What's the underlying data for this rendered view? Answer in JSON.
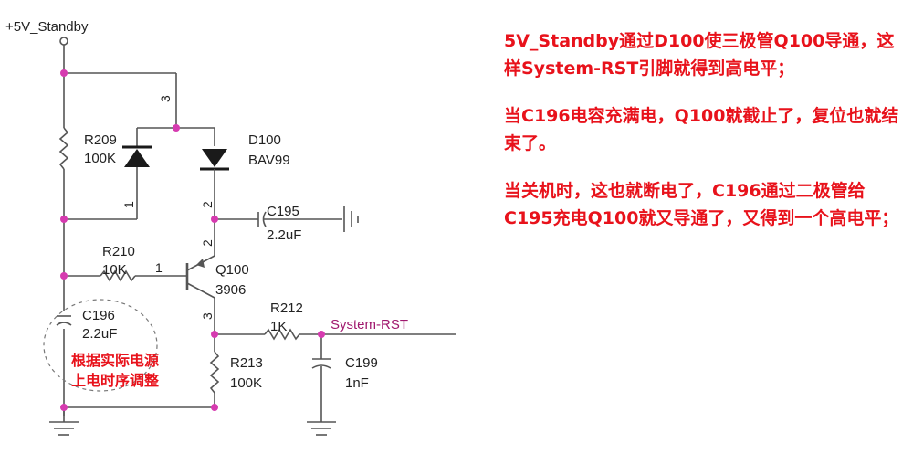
{
  "schematic": {
    "supply_label": "+5V_Standby",
    "r209": {
      "ref": "R209",
      "value": "100K"
    },
    "d100": {
      "ref": "D100",
      "value": "BAV99"
    },
    "c195": {
      "ref": "C195",
      "value": "2.2uF"
    },
    "r210": {
      "ref": "R210",
      "value": "10K"
    },
    "q100": {
      "ref": "Q100",
      "value": "3906"
    },
    "c196": {
      "ref": "C196",
      "value": "2.2uF"
    },
    "r212": {
      "ref": "R212",
      "value": "1K"
    },
    "net_label": "System-RST",
    "r213": {
      "ref": "R213",
      "value": "100K"
    },
    "c199": {
      "ref": "C199",
      "value": "1nF"
    },
    "pins": {
      "d_pin3": "3",
      "d_pin1": "1",
      "d_pin2": "2",
      "q_pin2": "2",
      "q_pin1": "1",
      "q_pin3": "3"
    },
    "annotation": [
      "根据实际电源",
      "上电时序调整"
    ]
  },
  "notes": [
    "5V_Standby通过D100使三极管Q100导通，这样System-RST引脚就得到高电平；",
    "当C196电容充满电，Q100就截止了，复位也就结束了。",
    "当关机时，这也就断电了，C196通过二极管给C195充电Q100就又导通了，又得到一个高电平；"
  ],
  "colors": {
    "notes_text": "#e8121b",
    "annotation_text": "#e8121b",
    "net_label": "#a0186e",
    "junction": "#d63bb0",
    "wire": "#555555"
  }
}
